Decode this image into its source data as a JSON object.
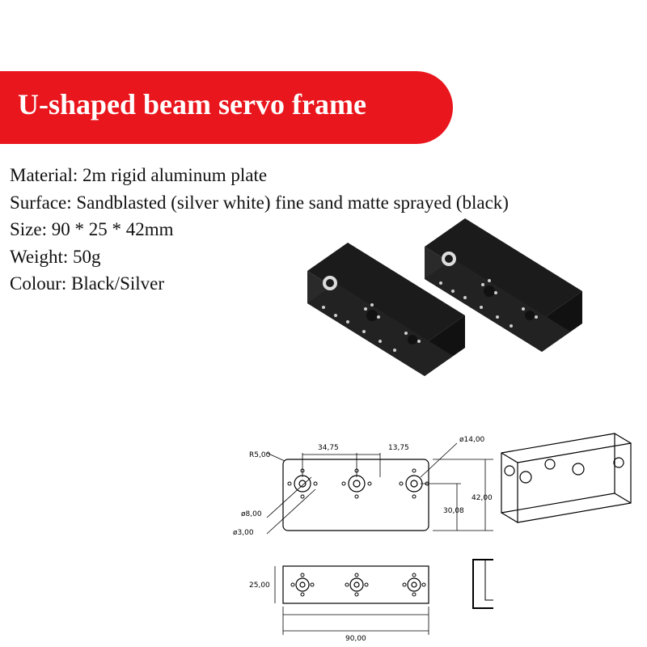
{
  "banner": {
    "title": "U-shaped beam servo frame",
    "color": "#e9161d"
  },
  "specs": {
    "material": "Material: 2m rigid aluminum plate",
    "surface": "Surface: Sandblasted (silver white) fine sand matte sprayed (black)",
    "size": "Size: 90 * 25 * 42mm",
    "weight": "Weight: 50g",
    "colour": "Colour: Black/Silver"
  },
  "drawing": {
    "r5": "R5,00",
    "d3475": "34,75",
    "d1375": "13,75",
    "d14": "ø14,00",
    "d8": "ø8,00",
    "d3": "ø3,00",
    "h4200": "42,00",
    "h3008": "30,08",
    "w2500": "25,00",
    "l9000": "90,00"
  }
}
